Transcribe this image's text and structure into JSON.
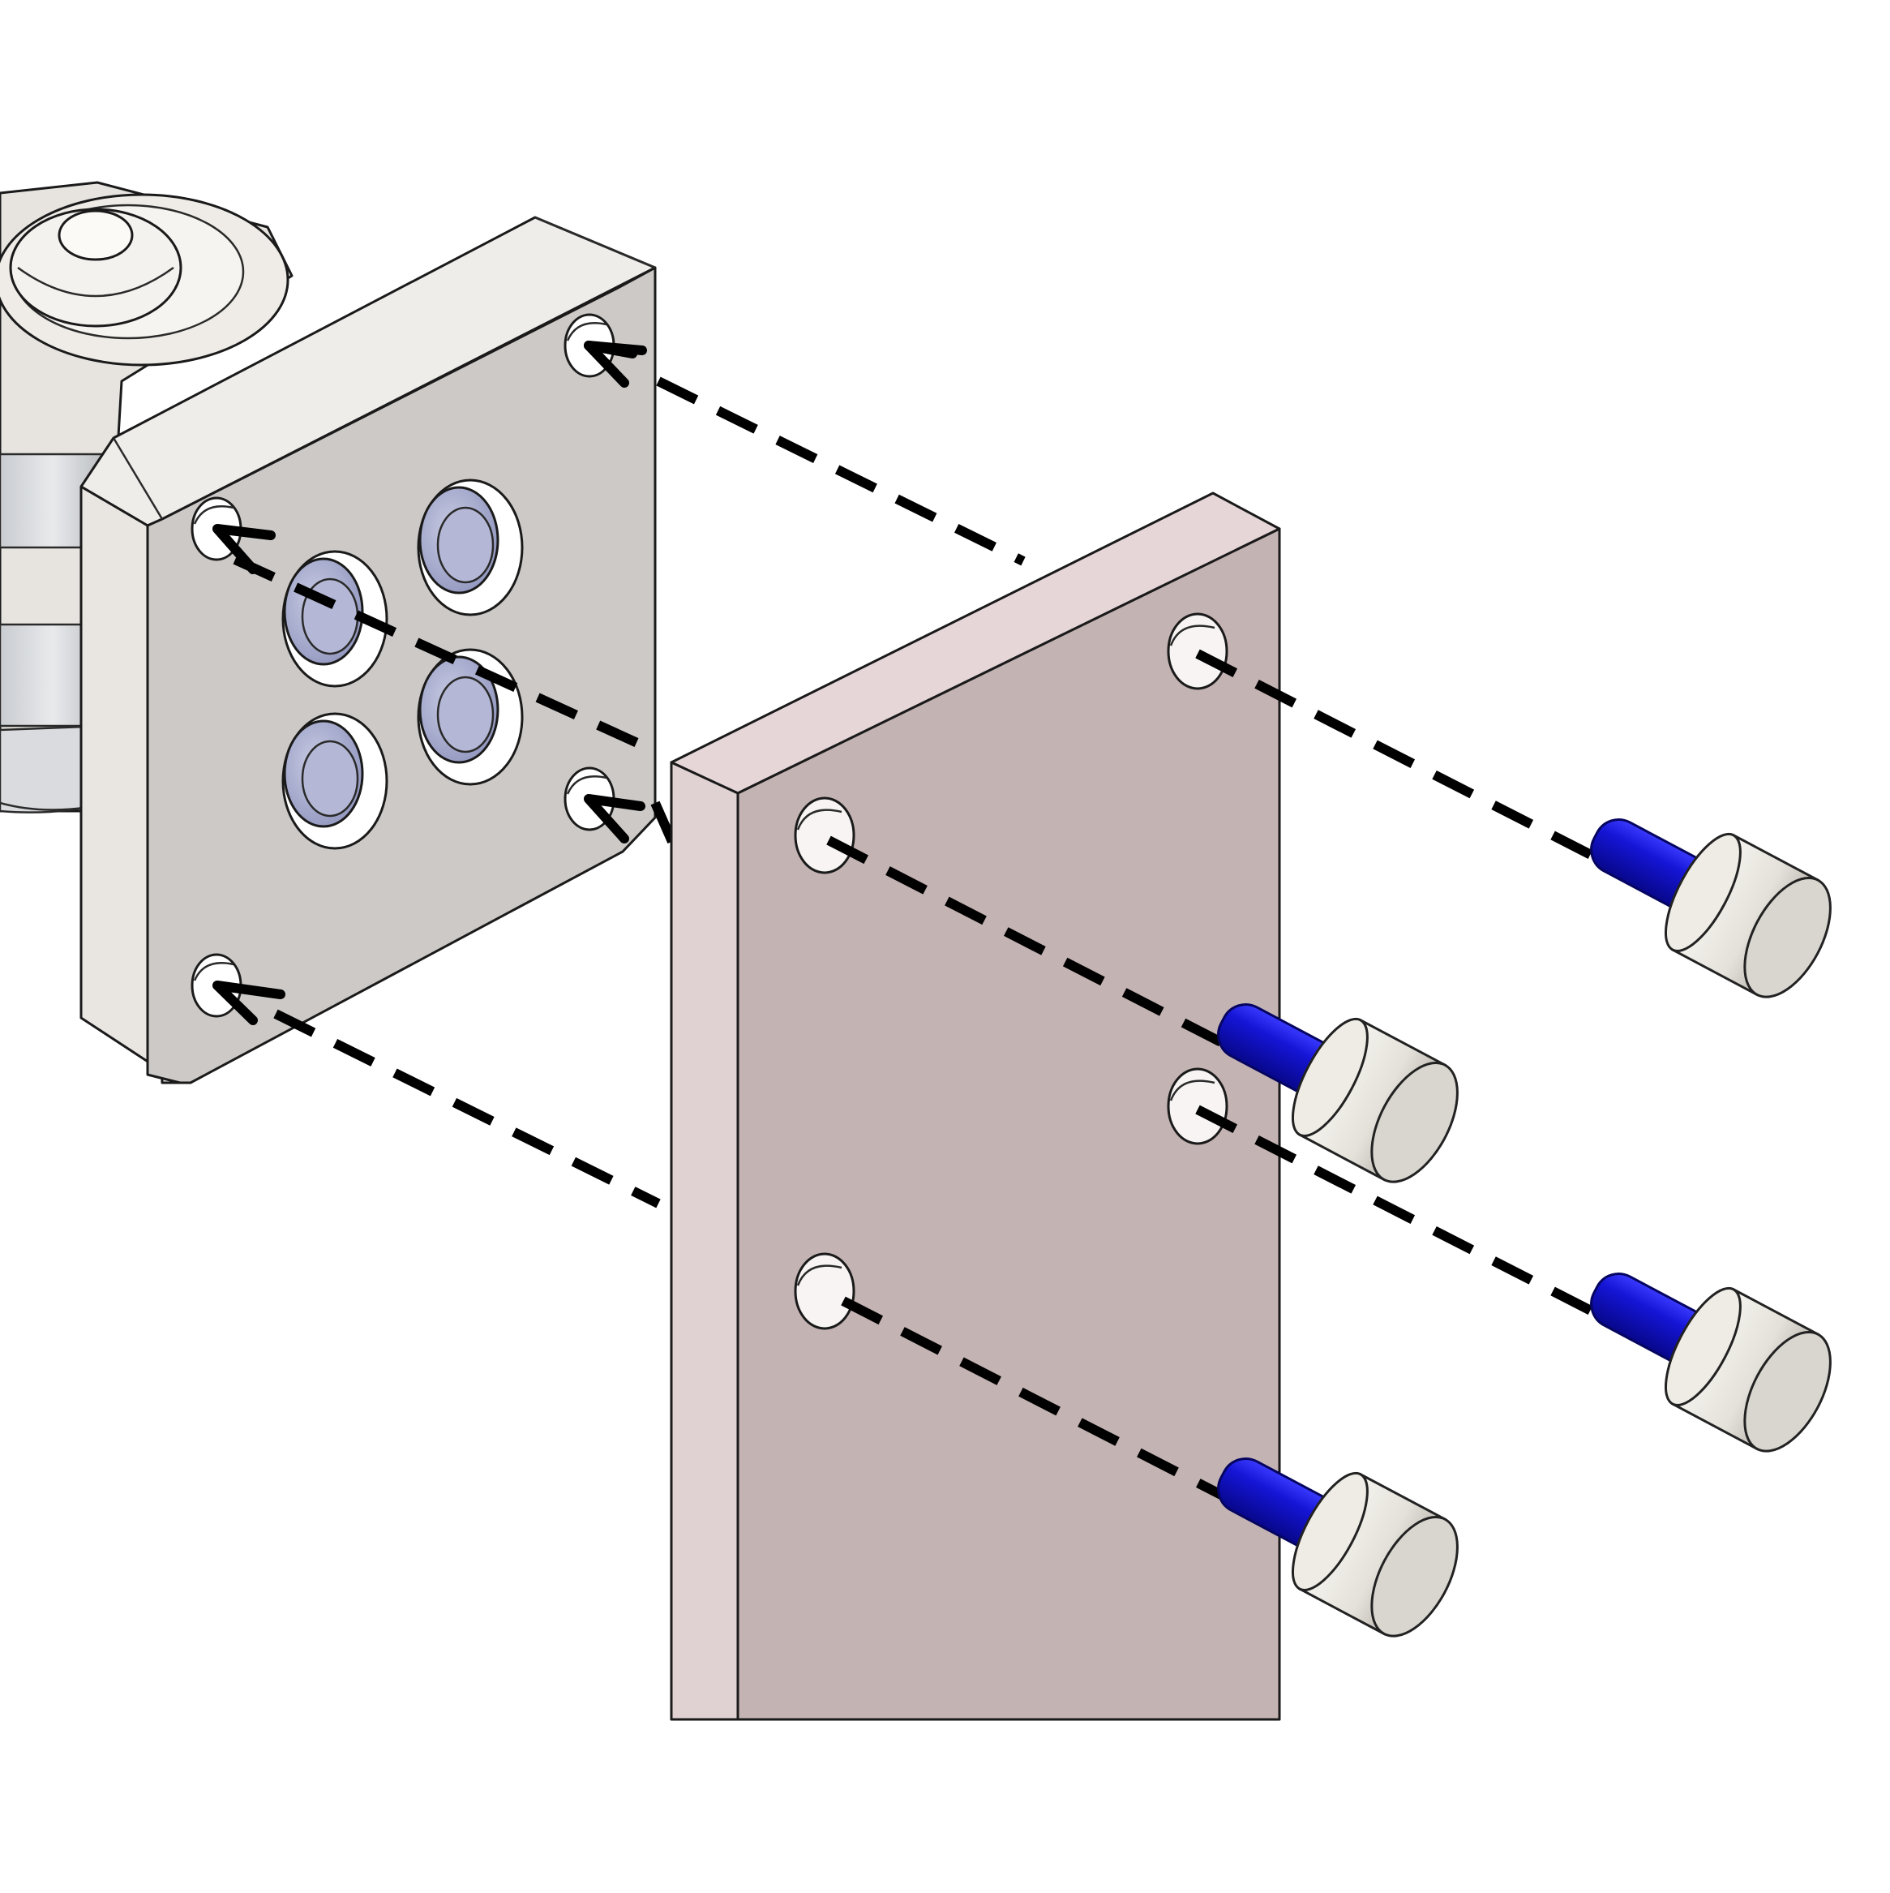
{
  "figure": {
    "kind": "exploded-assembly",
    "colors": {
      "background": "#ffffff",
      "mount_face": "#cdc9c6",
      "mount_edge": "#ece9e6",
      "plate_face": "#c4b3b3",
      "plate_top": "#e6d6d8",
      "plate_side": "#e0d2d2",
      "bolt_shank": "#1414c8",
      "bolt_head": "#dedbd6",
      "insert_blue": "#a3a7c9",
      "dashed_line": "#000000"
    },
    "parts": {
      "swivel_mount": "swivel-mount-part",
      "flat_plate": "flat-plate-part",
      "bolts": [
        "bolt-1",
        "bolt-2",
        "bolt-3",
        "bolt-4"
      ]
    },
    "counts": {
      "bolts": 4,
      "mount_bolt_holes": 4,
      "plate_bolt_holes": 4,
      "mount_inserts": 4
    }
  }
}
